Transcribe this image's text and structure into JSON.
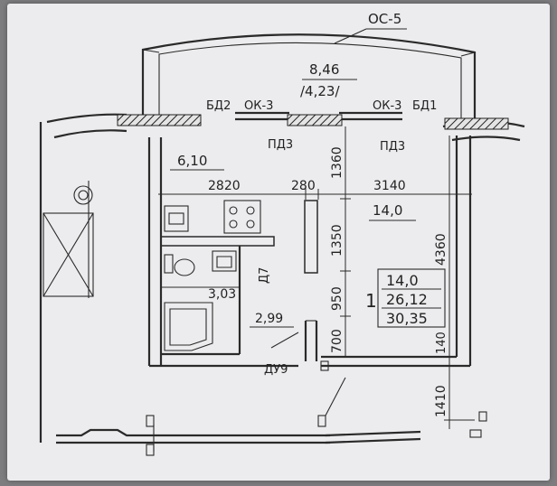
{
  "plan": {
    "title_marker": "ОС-5",
    "balcony": {
      "area": "8,46",
      "reduced_area": "/4,23/"
    },
    "openings": {
      "door_left": "БД2",
      "window_left": "ОК-3",
      "window_right": "ОК-3",
      "door_right": "БД1",
      "sill_left": "ПД3",
      "sill_right": "ПД3",
      "door_kitchen": "Д7",
      "door_entry": "ДУ9"
    },
    "rooms": {
      "kitchen_area": "6,10",
      "room_area": "14,0",
      "bathroom_area": "3,03",
      "hall_area": "2,99"
    },
    "dimensions": {
      "width_left": "2820",
      "width_mid": "280",
      "width_right": "3140",
      "vertical_top": "1360",
      "vertical_mid": "1350",
      "vertical_low": "950",
      "vertical_bottom": "700",
      "room_depth": "4360",
      "wall_offset": "140",
      "ext_depth": "1410"
    },
    "summary": {
      "rooms_count": "1",
      "living": "14,0",
      "total": "26,12",
      "total_with_balcony": "30,35"
    }
  }
}
